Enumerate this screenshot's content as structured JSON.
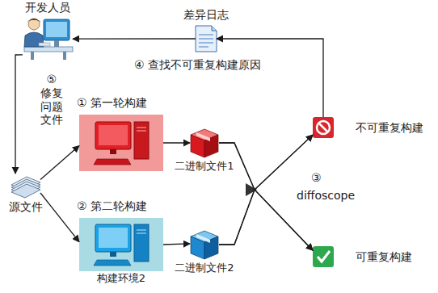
{
  "diagram": {
    "nodes": [
      {
        "text": [
          "开发人员"
        ]
      },
      {
        "text": [
          "差异日志"
        ]
      },
      {
        "text": [
          "不可重复构建"
        ]
      },
      {
        "text": [
          "源文件"
        ]
      },
      {
        "text": [
          "① 第一轮构建"
        ]
      },
      {
        "text": [
          "二进制文件1"
        ]
      },
      {
        "text": [
          "② 第二轮构建",
          "构建环境2"
        ]
      },
      {
        "text": [
          "二进制文件2"
        ]
      },
      {
        "text": [
          "可重复构建"
        ]
      }
    ],
    "edges": [
      {
        "from": 2,
        "to": 1,
        "arrow": "to"
      },
      {
        "from": 1,
        "to": 0,
        "arrow": "to",
        "label": "④ 查找不可重复构建原因"
      },
      {
        "from": 0,
        "to": 3,
        "arrow": "to",
        "label": "⑤ 修复问题文件"
      },
      {
        "from": 3,
        "to": 4,
        "arrow": "to"
      },
      {
        "from": 3,
        "to": 6,
        "arrow": "to"
      },
      {
        "from": 4,
        "to": 5,
        "arrow": "to"
      },
      {
        "from": 6,
        "to": 7,
        "arrow": "to"
      },
      {
        "from": 5,
        "to": 2,
        "arrow": "to"
      },
      {
        "from": 5,
        "to": 8,
        "arrow": "to"
      },
      {
        "from": 7,
        "to": 2,
        "arrow": "to"
      },
      {
        "from": 7,
        "to": 8,
        "arrow": "to"
      }
    ],
    "labels": [
      "③",
      "diffoscope"
    ]
  }
}
